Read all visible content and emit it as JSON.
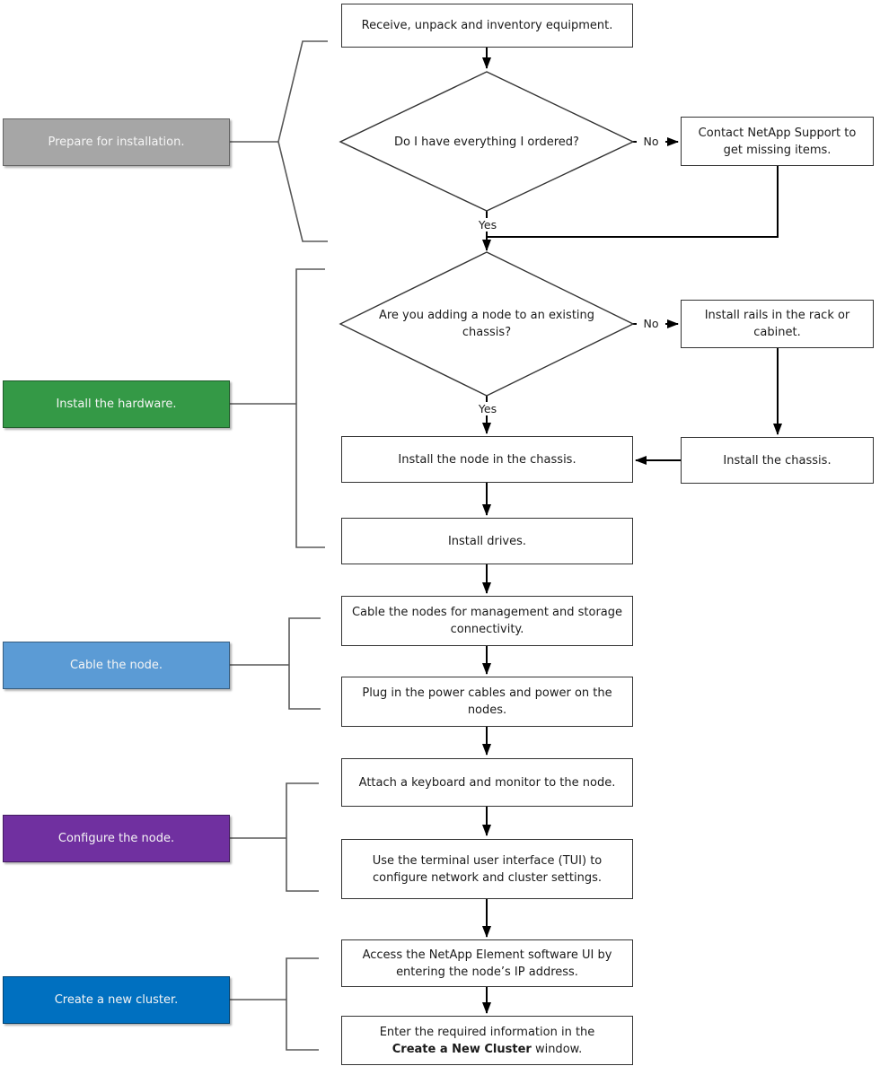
{
  "lanes": [
    {
      "label": "Prepare for installation.",
      "color": "#A6A6A6"
    },
    {
      "label": "Install the hardware.",
      "color": "#349946"
    },
    {
      "label": "Cable the node.",
      "color": "#5B9BD5"
    },
    {
      "label": "Configure the node.",
      "color": "#7030A0"
    },
    {
      "label": "Create a new cluster.",
      "color": "#0070C0"
    }
  ],
  "flow": {
    "receive": "Receive, unpack and inventory equipment.",
    "decision1": "Do I have everything I ordered?",
    "contact": "Contact NetApp Support to get missing items.",
    "decision2": "Are you adding a node to an existing chassis?",
    "rails": "Install rails in the rack or cabinet.",
    "chassis": "Install the chassis.",
    "install_node": "Install the node in the chassis.",
    "drives": "Install drives.",
    "cable_nodes": "Cable the nodes for management and storage connectivity.",
    "power": "Plug in the power cables and power on the nodes.",
    "keyboard": "Attach a keyboard and monitor to the node.",
    "tui": "Use the terminal user interface (TUI) to configure network and cluster settings.",
    "access": "Access the NetApp Element software UI by entering the node’s IP address.",
    "enter_pre": "Enter the required information in the",
    "enter_bold": "Create a New Cluster",
    "enter_post": "window."
  },
  "labels": {
    "yes1": "Yes",
    "no1": "No",
    "yes2": "Yes",
    "no2": "No"
  },
  "line_colors": {
    "arrow": "#000000",
    "bracket": "#595959"
  }
}
